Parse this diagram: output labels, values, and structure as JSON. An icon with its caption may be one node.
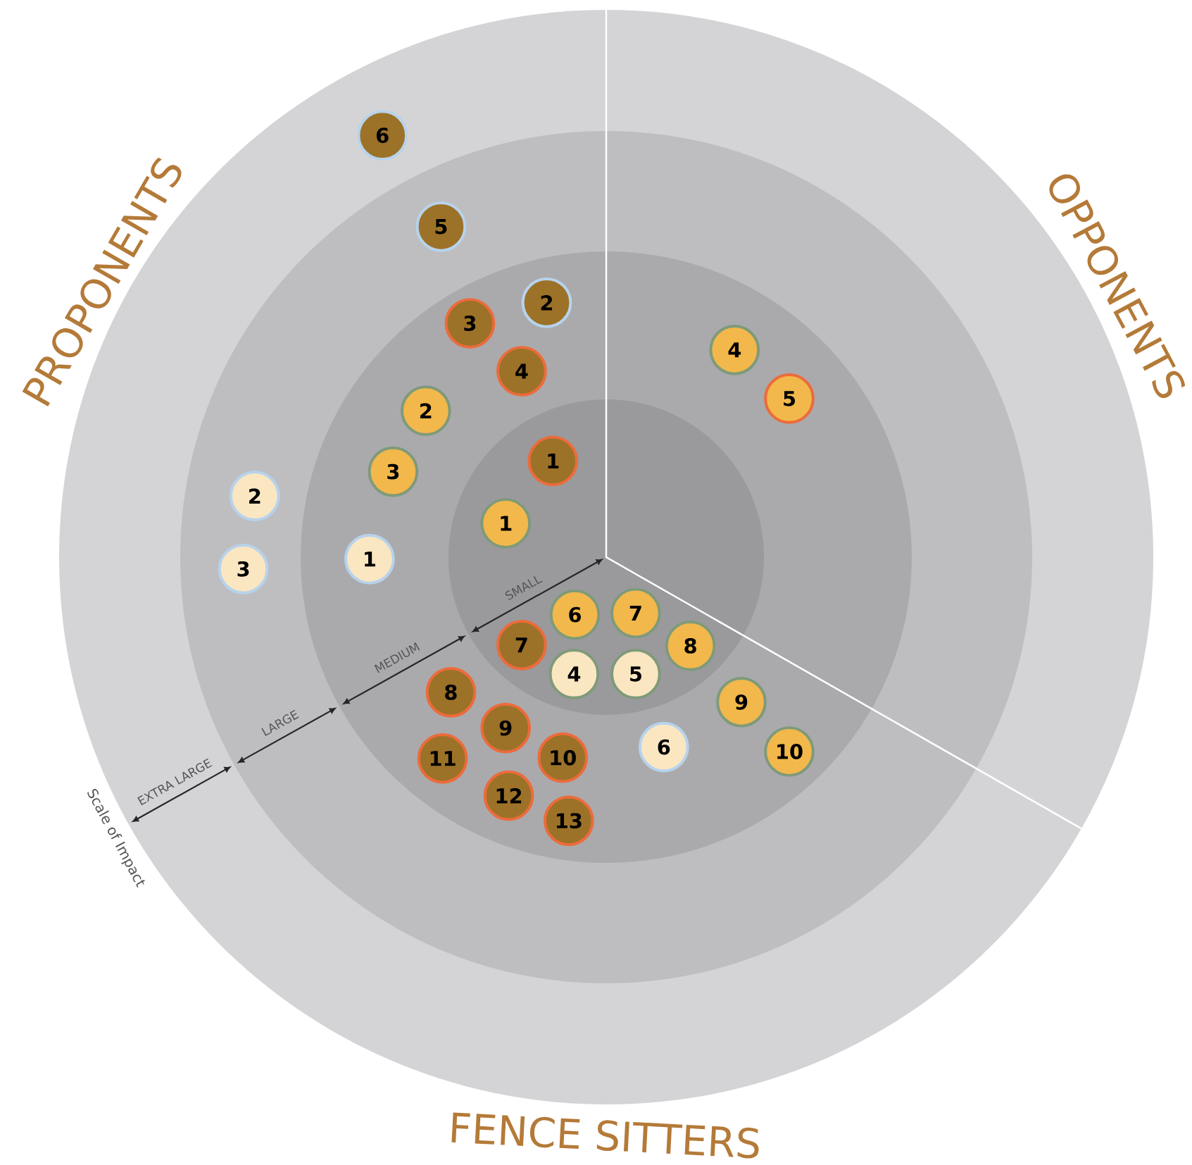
{
  "diagram": {
    "nodes": [
      {
        "text": [
          "6"
        ]
      },
      {
        "text": [
          "5"
        ]
      },
      {
        "text": [
          "2"
        ]
      },
      {
        "text": [
          "3"
        ]
      },
      {
        "text": [
          "4"
        ]
      },
      {
        "text": [
          "4"
        ]
      },
      {
        "text": [
          "5"
        ]
      },
      {
        "text": [
          "2"
        ]
      },
      {
        "text": [
          "1"
        ]
      },
      {
        "text": [
          "3"
        ]
      },
      {
        "text": [
          "2"
        ]
      },
      {
        "text": [
          "1"
        ]
      },
      {
        "text": [
          "1"
        ]
      },
      {
        "text": [
          "3"
        ]
      },
      {
        "text": [
          "6"
        ]
      },
      {
        "text": [
          "7"
        ]
      },
      {
        "text": [
          "7"
        ]
      },
      {
        "text": [
          "8"
        ]
      },
      {
        "text": [
          "4"
        ]
      },
      {
        "text": [
          "5"
        ]
      },
      {
        "text": [
          "8"
        ]
      },
      {
        "text": [
          "9"
        ]
      },
      {
        "text": [
          "9"
        ]
      },
      {
        "text": [
          "6"
        ]
      },
      {
        "text": [
          "11"
        ]
      },
      {
        "text": [
          "10"
        ]
      },
      {
        "text": [
          "10"
        ]
      },
      {
        "text": [
          "12"
        ]
      },
      {
        "text": [
          "13"
        ]
      }
    ],
    "labels": [
      "PROPONENTS",
      "OPPONENTS",
      "SMALL",
      "MEDIUM",
      "LARGE",
      "EXTRA LARGE",
      "Scale of Impact",
      "FENCE SITTERS"
    ]
  }
}
